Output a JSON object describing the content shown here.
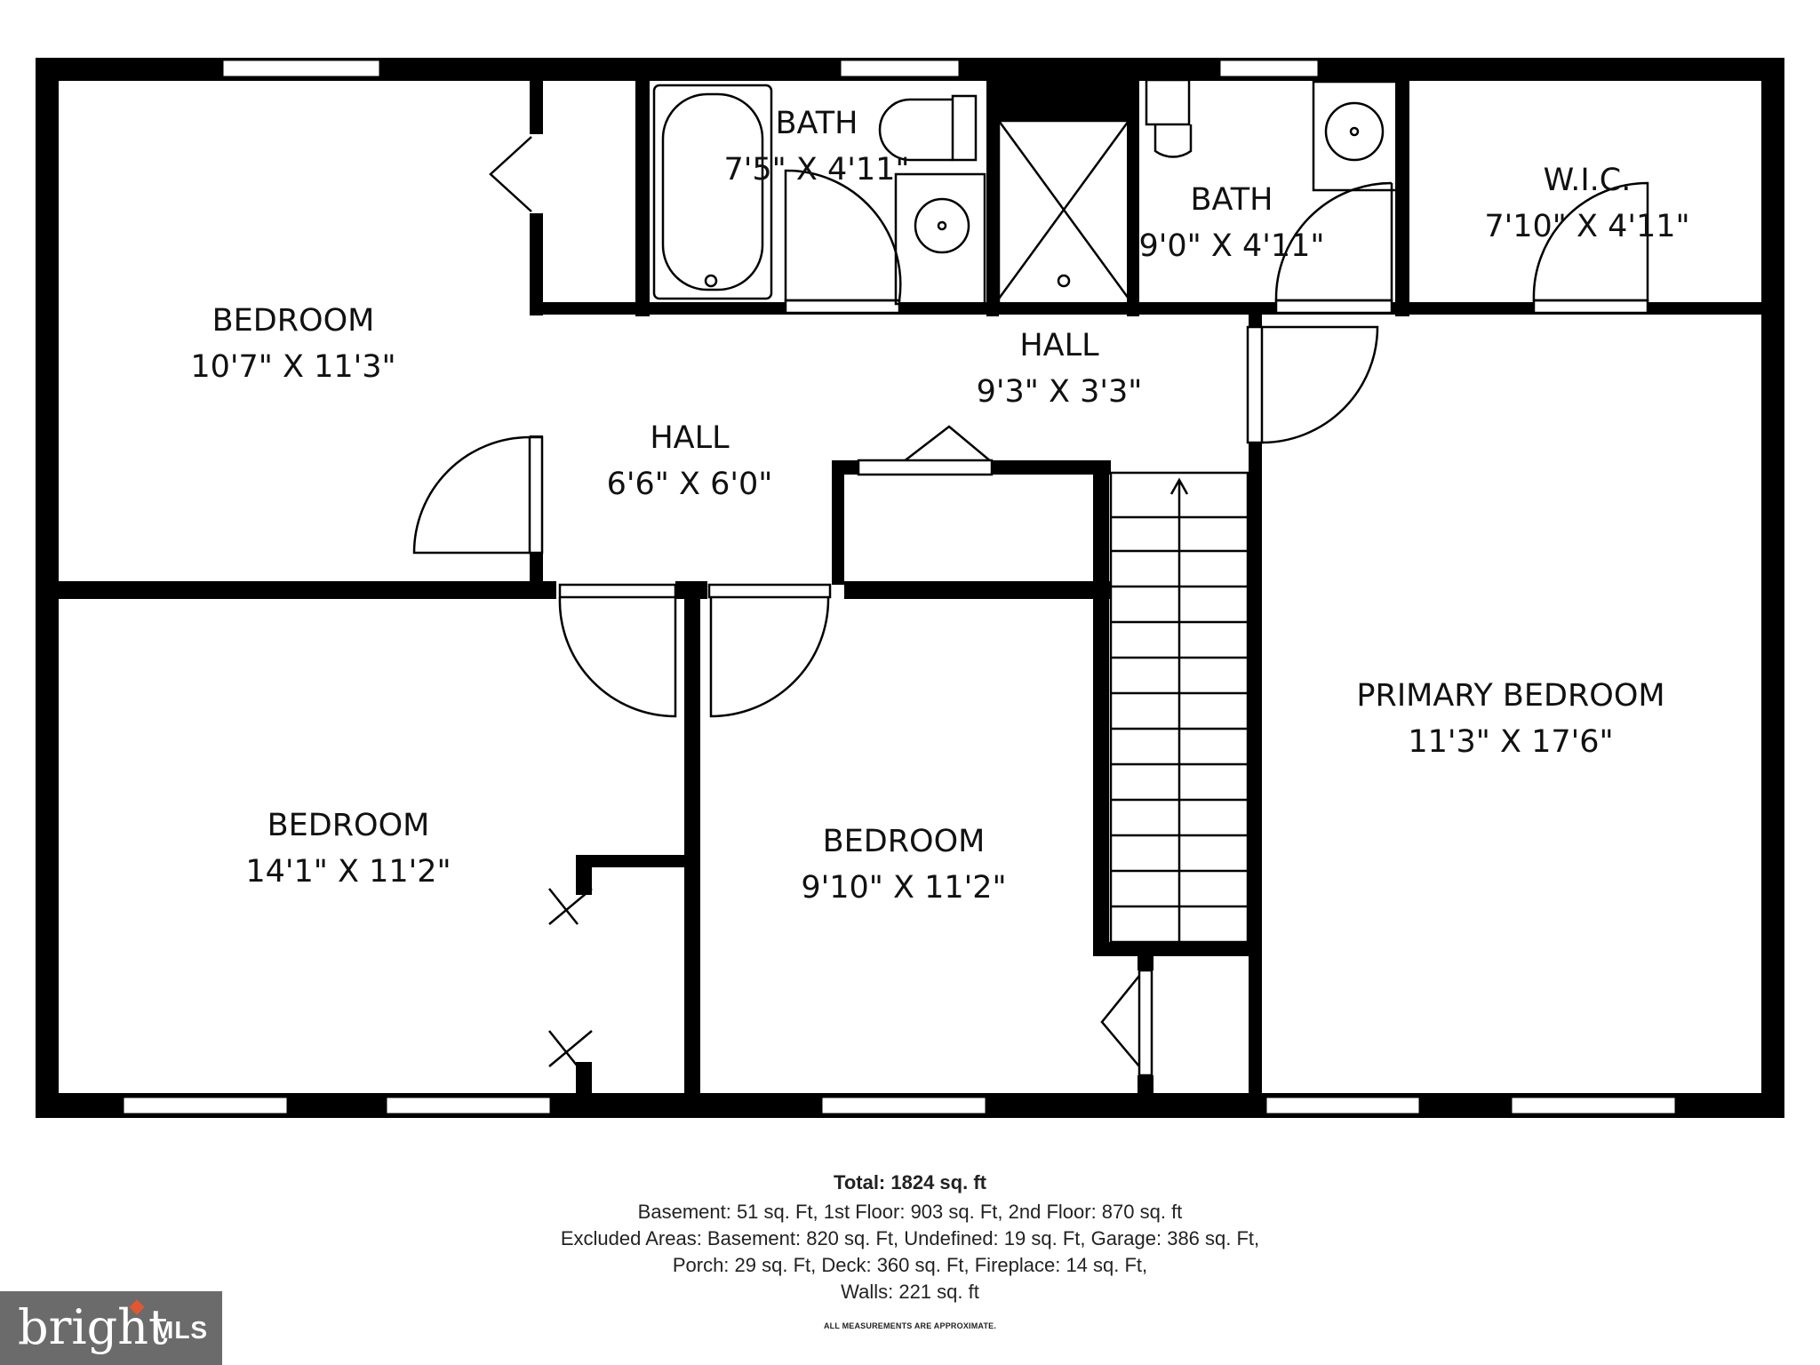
{
  "rooms": [
    {
      "name": "BEDROOM",
      "dim": "10'7\" X 11'3\""
    },
    {
      "name": "BATH",
      "dim": "7'5\" X 4'11\""
    },
    {
      "name": "BATH",
      "dim": "9'0\" X 4'11\""
    },
    {
      "name": "W.I.C.",
      "dim": "7'10\" X 4'11\""
    },
    {
      "name": "HALL",
      "dim": "9'3\" X 3'3\""
    },
    {
      "name": "HALL",
      "dim": "6'6\" X 6'0\""
    },
    {
      "name": "PRIMARY BEDROOM",
      "dim": "11'3\" X 17'6\""
    },
    {
      "name": "BEDROOM",
      "dim": "14'1\" X 11'2\""
    },
    {
      "name": "BEDROOM",
      "dim": "9'10\" X 11'2\""
    }
  ],
  "footer": {
    "total": "Total: 1824 sq. ft",
    "line1": "Basement: 51 sq. Ft, 1st Floor: 903 sq. Ft, 2nd Floor: 870 sq. ft",
    "line2": "Excluded Areas: Basement: 820 sq. Ft, Undefined: 19 sq. Ft, Garage: 386 sq. Ft,",
    "line3": "Porch: 29 sq. Ft, Deck: 360 sq. Ft, Fireplace: 14 sq. Ft,",
    "line4": "Walls: 221 sq. ft",
    "note": "ALL MEASUREMENTS ARE APPROXIMATE."
  },
  "logo": {
    "word": "bright",
    "suffix": "MLS"
  }
}
